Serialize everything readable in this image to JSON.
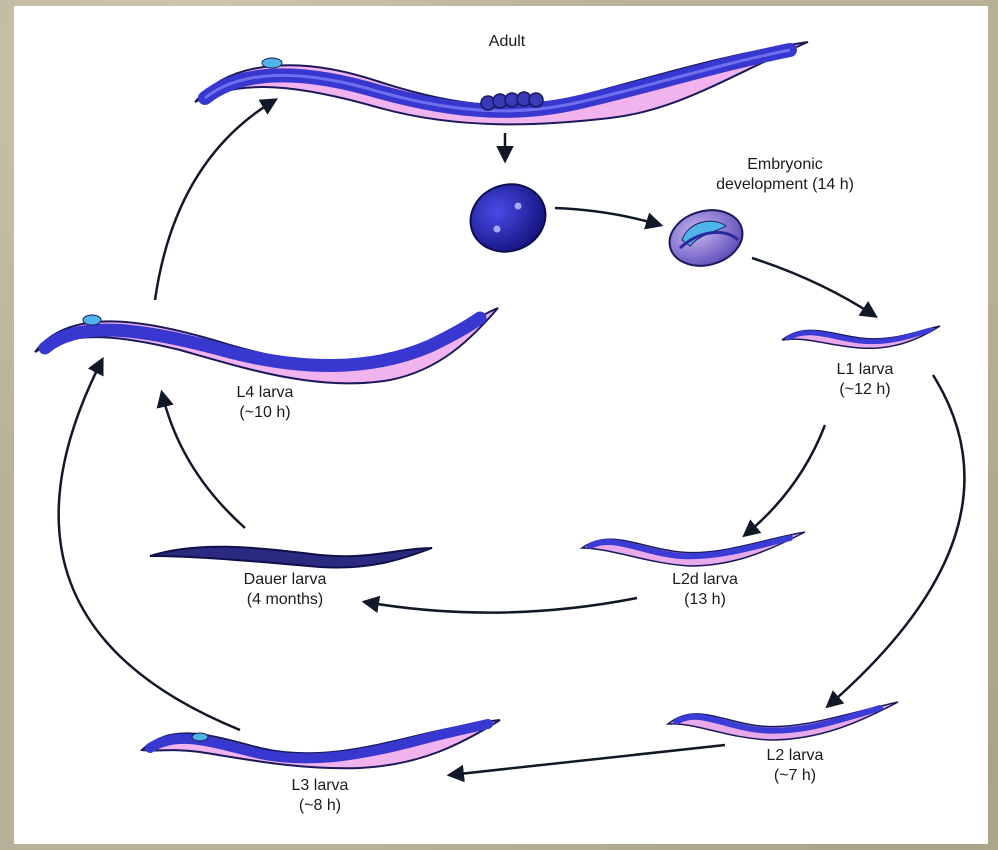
{
  "stages": {
    "adult": {
      "name": "Adult"
    },
    "embryonic": {
      "line1": "Embryonic",
      "line2": "development (14 h)"
    },
    "l1": {
      "name": "L1 larva",
      "duration": "(~12 h)"
    },
    "l2d": {
      "name": "L2d larva",
      "duration": "(13 h)"
    },
    "dauer": {
      "name": "Dauer larva",
      "duration": "(4 months)"
    },
    "l2": {
      "name": "L2 larva",
      "duration": "(~7 h)"
    },
    "l3": {
      "name": "L3 larva",
      "duration": "(~8 h)"
    },
    "l4": {
      "name": "L4 larva",
      "duration": "(~10 h)"
    }
  },
  "colors": {
    "worm_body": "#3b3bd6",
    "worm_edge": "#e8a8e8",
    "worm_outline": "#1a1a5a",
    "egg": "#1c1ca8",
    "arrow": "#111827",
    "background": "#b8b197",
    "panel": "#ffffff"
  }
}
